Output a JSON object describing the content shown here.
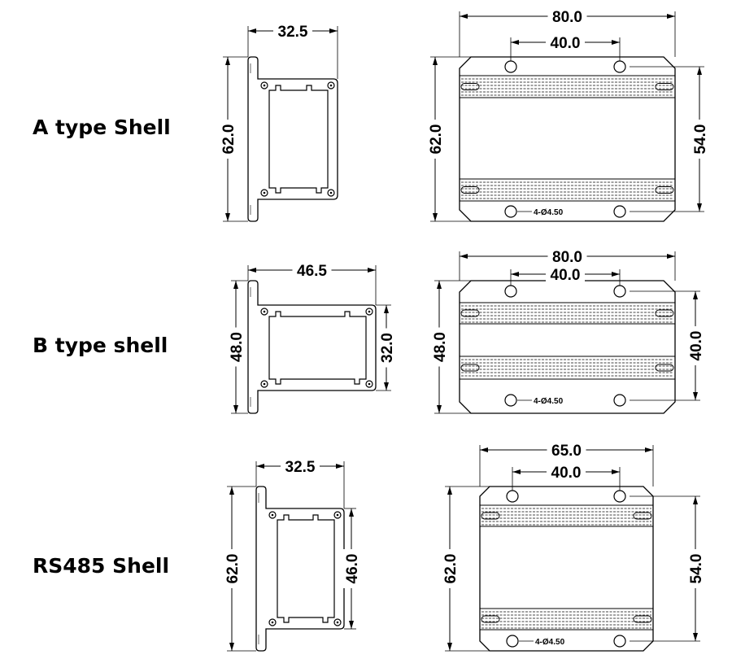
{
  "shells": [
    {
      "title": "A type Shell",
      "side": {
        "width": "32.5",
        "height": "62.0"
      },
      "front": {
        "width": "80.0",
        "hole_spacing": "40.0",
        "height": "62.0",
        "hole_pitch": "54.0",
        "hole_note": "4-Ø4.50"
      }
    },
    {
      "title": "B type shell",
      "side": {
        "width": "46.5",
        "height": "48.0",
        "inner_height": "32.0"
      },
      "front": {
        "width": "80.0",
        "hole_spacing": "40.0",
        "height": "48.0",
        "hole_pitch": "40.0",
        "hole_note": "4-Ø4.50"
      }
    },
    {
      "title": "RS485 Shell",
      "side": {
        "width": "32.5",
        "height": "62.0",
        "inner_height": "46.0"
      },
      "front": {
        "width": "65.0",
        "hole_spacing": "40.0",
        "height": "62.0",
        "hole_pitch": "54.0",
        "hole_note": "4-Ø4.50"
      }
    }
  ]
}
